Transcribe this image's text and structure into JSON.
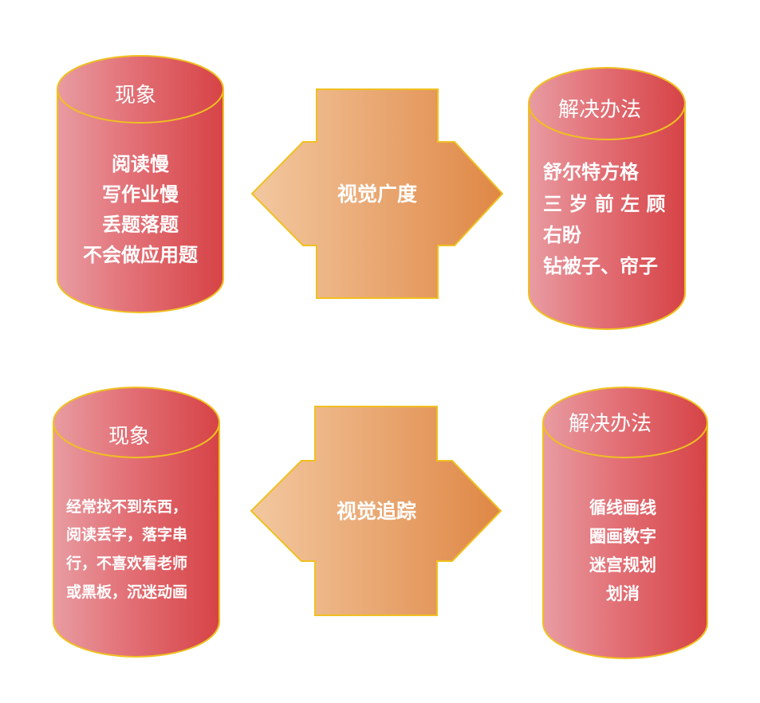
{
  "top": {
    "left": {
      "title": "现象",
      "lines": [
        "阅读慢",
        "写作业慢",
        "丢题落题",
        "不会做应用题"
      ]
    },
    "arrow": {
      "label": "视觉广度"
    },
    "right": {
      "title": "解决办法",
      "lines": [
        "舒尔特方格",
        "三 岁 前 左 顾",
        "右盼",
        "钻被子、帘子"
      ]
    }
  },
  "bottom": {
    "left": {
      "title": "现象",
      "lines": [
        "经常找不到东西，",
        "阅读丢字，落字串",
        "行，不喜欢看老师",
        "或黑板，沉迷动画"
      ]
    },
    "arrow": {
      "label": "视觉追踪"
    },
    "right": {
      "title": "解决办法",
      "lines": [
        "循线画线",
        "圈画数字",
        "迷宫规划",
        "划消"
      ]
    }
  },
  "colors": {
    "cylinder_light": "#e89aa0",
    "cylinder_dark": "#d84848",
    "cylinder_border": "#f0c020",
    "arrow_light": "#f2c39a",
    "arrow_dark": "#e08a48",
    "arrow_border": "#f0c020"
  }
}
